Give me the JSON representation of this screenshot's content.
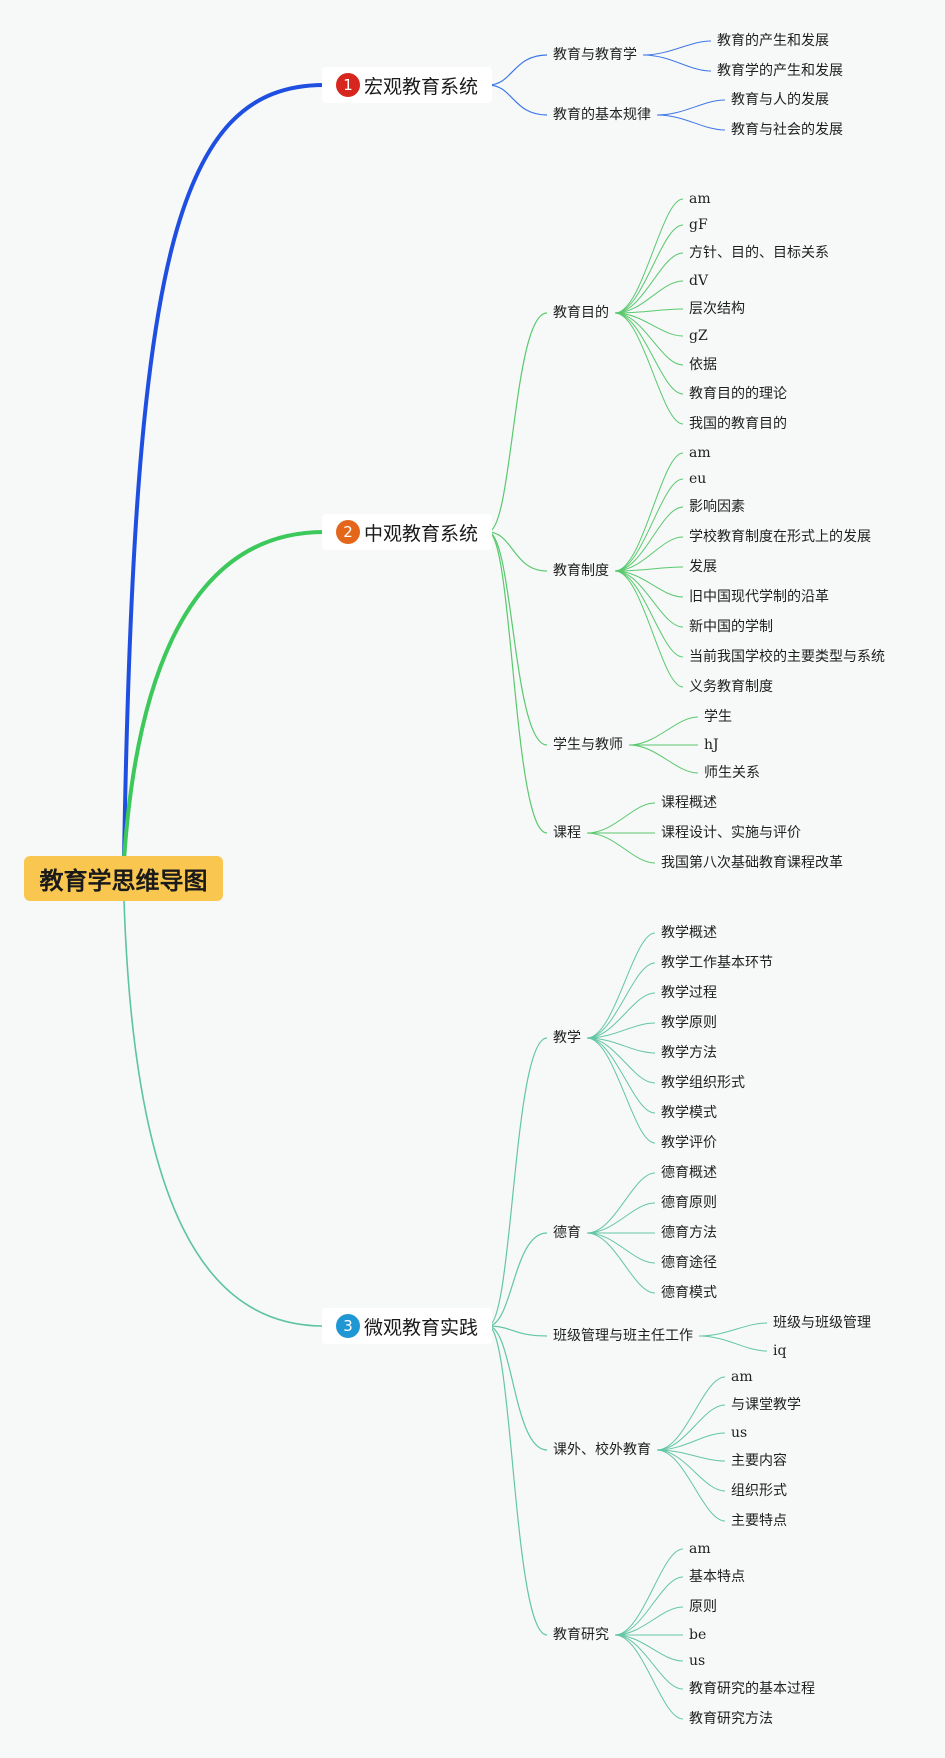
{
  "root": {
    "label": "教育学思维导图",
    "color": "#f9c74f"
  },
  "branches": [
    {
      "id": "macro",
      "number": "1",
      "label": "宏观教育系统",
      "color": "#1f4fe0",
      "badge_color": "#d7261e",
      "line_color": "#3e78e6",
      "children": [
        {
          "label": "教育与教育学",
          "children": [
            "教育的产生和发展",
            "教育学的产生和发展"
          ]
        },
        {
          "label": "教育的基本规律",
          "children": [
            "教育与人的发展",
            "教育与社会的发展"
          ]
        }
      ]
    },
    {
      "id": "meso",
      "number": "2",
      "label": "中观教育系统",
      "color": "#3cc85a",
      "badge_color": "#e4661b",
      "line_color": "#59c96e",
      "children": [
        {
          "label": "教育目的",
          "children": [
            "am",
            "gF",
            "方针、目的、目标关系",
            "dV",
            "层次结构",
            "gZ",
            "依据",
            "教育目的的理论",
            "我国的教育目的"
          ]
        },
        {
          "label": "教育制度",
          "children": [
            "am",
            "eu",
            "影响因素",
            "学校教育制度在形式上的发展",
            "发展",
            "旧中国现代学制的沿革",
            "新中国的学制",
            "当前我国学校的主要类型与系统",
            "义务教育制度"
          ]
        },
        {
          "label": "学生与教师",
          "children": [
            "学生",
            "hJ",
            "师生关系"
          ]
        },
        {
          "label": "课程",
          "children": [
            "课程概述",
            "课程设计、实施与评价",
            "我国第八次基础教育课程改革"
          ]
        }
      ]
    },
    {
      "id": "micro",
      "number": "3",
      "label": "微观教育实践",
      "color": "#5cc4a3",
      "badge_color": "#1f97d4",
      "line_color": "#63c7a4",
      "children": [
        {
          "label": "教学",
          "children": [
            "教学概述",
            "教学工作基本环节",
            "教学过程",
            "教学原则",
            "教学方法",
            "教学组织形式",
            "教学模式",
            "教学评价"
          ]
        },
        {
          "label": "德育",
          "children": [
            "德育概述",
            "德育原则",
            "德育方法",
            "德育途径",
            "德育模式"
          ]
        },
        {
          "label": "班级管理与班主任工作",
          "children": [
            "班级与班级管理",
            "iq"
          ]
        },
        {
          "label": "课外、校外教育",
          "children": [
            "am",
            "与课堂教学",
            "us",
            "主要内容",
            "组织形式",
            "主要特点"
          ]
        },
        {
          "label": "教育研究",
          "children": [
            "am",
            "基本特点",
            "原则",
            "be",
            "us",
            "教育研究的基本过程",
            "教育研究方法"
          ]
        }
      ]
    }
  ]
}
